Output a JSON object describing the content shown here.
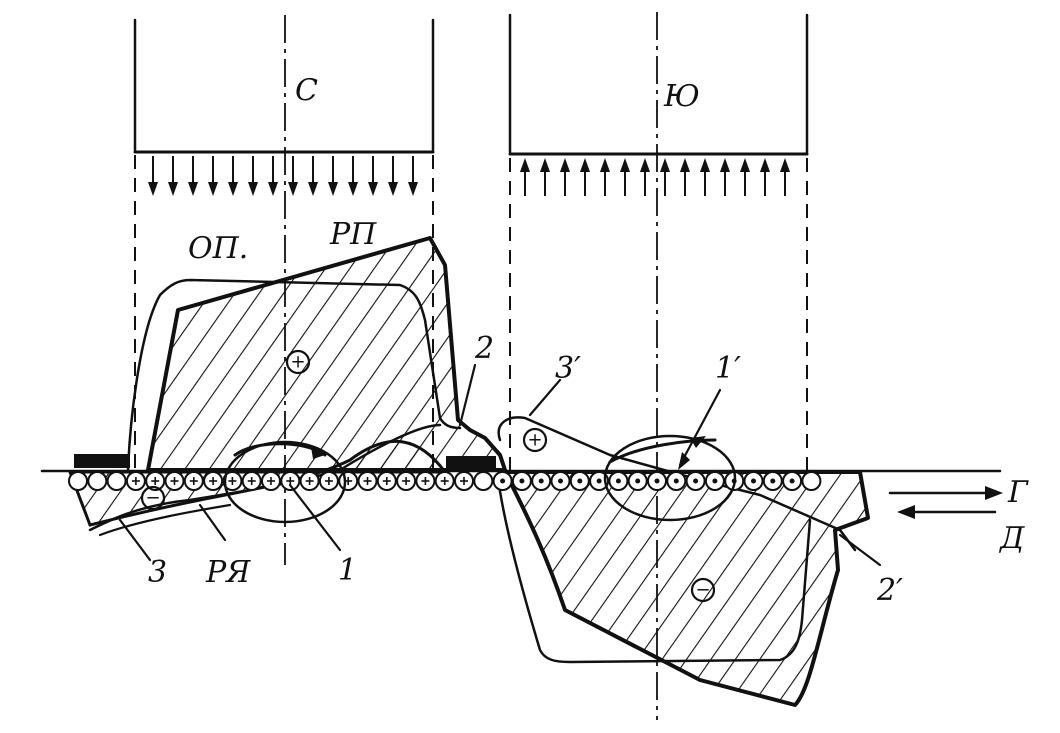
{
  "labels": {
    "pole_north": "С",
    "pole_south": "Ю",
    "edge_zone": "ОП.",
    "working_zone_top": "РП",
    "working_zone_bottom": "РЯ",
    "mark_1": "1",
    "mark_2": "2",
    "mark_3": "3",
    "mark_1p": "1′",
    "mark_2p": "2′",
    "mark_3p": "3′",
    "dir_g": "Г",
    "dir_d": "Д"
  },
  "signs": {
    "plus": "+",
    "minus": "−"
  },
  "colors": {
    "ink": "#111111",
    "background": "#ffffff"
  }
}
